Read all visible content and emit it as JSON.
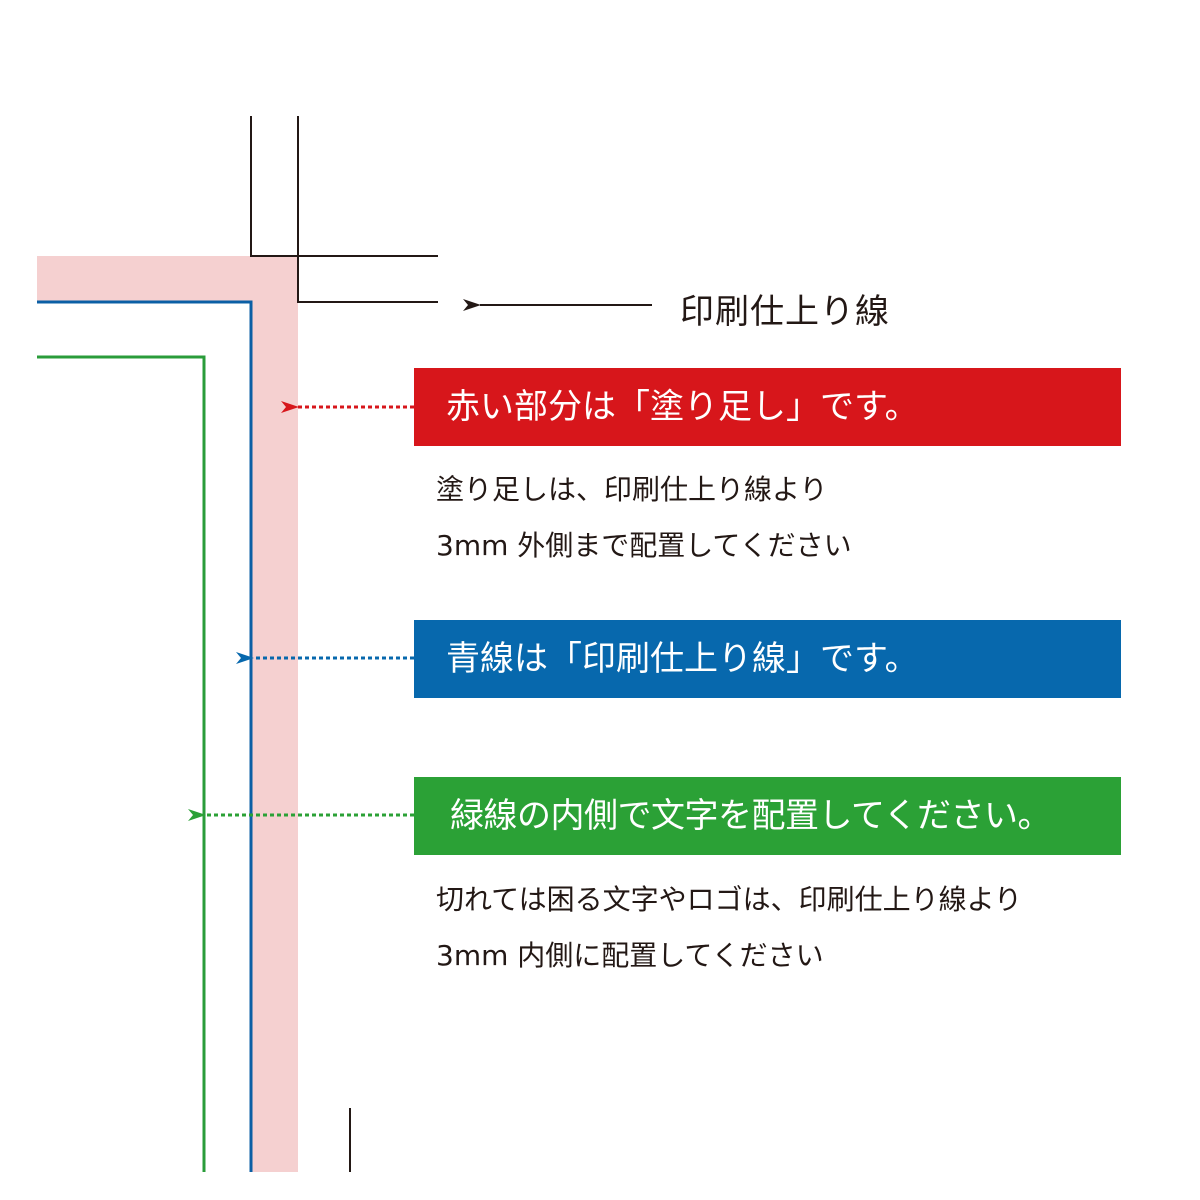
{
  "colors": {
    "bleed_fill": "#f5d0d0",
    "trim_line": "#0b5fa5",
    "safe_line": "#2a9c3a",
    "crop_marks": "#231815",
    "red_banner": "#d7161b",
    "blue_banner": "#0768ad",
    "green_banner": "#2ba136"
  },
  "trim_label": "印刷仕上り線",
  "bleed": {
    "banner": "赤い部分は「塗り足し」です。",
    "note_lines": [
      "塗り足しは、印刷仕上り線より",
      "3mm 外側まで配置してください"
    ]
  },
  "trim": {
    "banner": "青線は「印刷仕上り線」です。"
  },
  "safe": {
    "banner": "緑線の内側で文字を配置してください。",
    "note_lines": [
      "切れては困る文字やロゴは、印刷仕上り線より",
      "3mm 内側に配置してください"
    ]
  }
}
